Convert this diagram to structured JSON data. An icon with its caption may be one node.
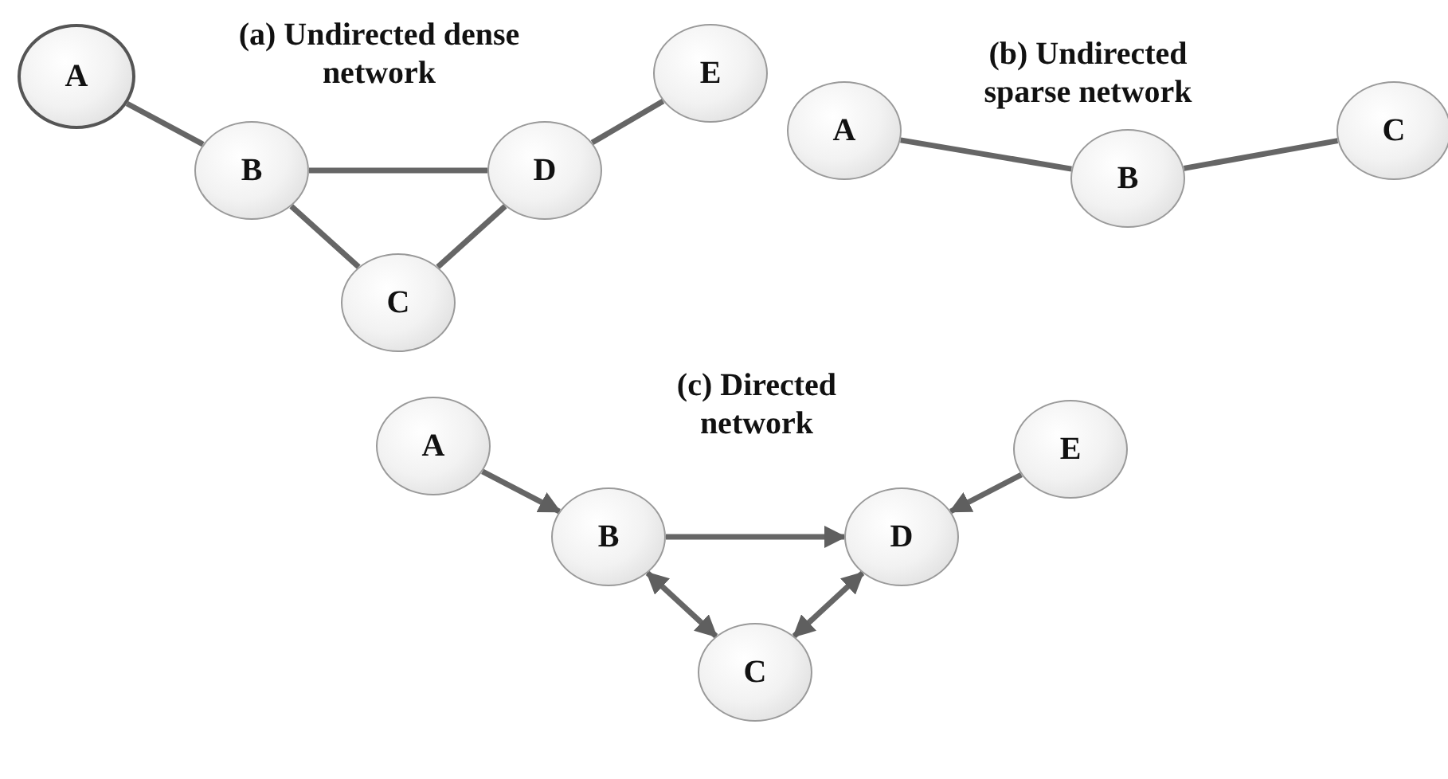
{
  "diagram": {
    "nodes": [
      {
        "text": [
          "A"
        ]
      },
      {
        "text": [
          "B"
        ]
      },
      {
        "text": [
          "D"
        ]
      },
      {
        "text": [
          "E"
        ]
      },
      {
        "text": [
          "C"
        ]
      },
      {
        "text": [
          "A"
        ]
      },
      {
        "text": [
          "B"
        ]
      },
      {
        "text": [
          "C"
        ]
      },
      {
        "text": [
          "A"
        ]
      },
      {
        "text": [
          "B"
        ]
      },
      {
        "text": [
          "D"
        ]
      },
      {
        "text": [
          "E"
        ]
      },
      {
        "text": [
          "C"
        ]
      }
    ],
    "edges": [
      {
        "from": 0,
        "to": 1,
        "arrow": "none"
      },
      {
        "from": 1,
        "to": 2,
        "arrow": "none"
      },
      {
        "from": 2,
        "to": 3,
        "arrow": "none"
      },
      {
        "from": 1,
        "to": 4,
        "arrow": "none"
      },
      {
        "from": 4,
        "to": 2,
        "arrow": "none"
      },
      {
        "from": 5,
        "to": 6,
        "arrow": "none"
      },
      {
        "from": 6,
        "to": 7,
        "arrow": "none"
      },
      {
        "from": 8,
        "to": 9,
        "arrow": "to"
      },
      {
        "from": 9,
        "to": 10,
        "arrow": "to"
      },
      {
        "from": 11,
        "to": 10,
        "arrow": "to"
      },
      {
        "from": 9,
        "to": 12,
        "arrow": "both"
      },
      {
        "from": 12,
        "to": 10,
        "arrow": "both"
      }
    ],
    "labels": [
      "(a) Undirected dense network",
      "(b) Undirected sparse network",
      "(c) Directed network"
    ]
  }
}
